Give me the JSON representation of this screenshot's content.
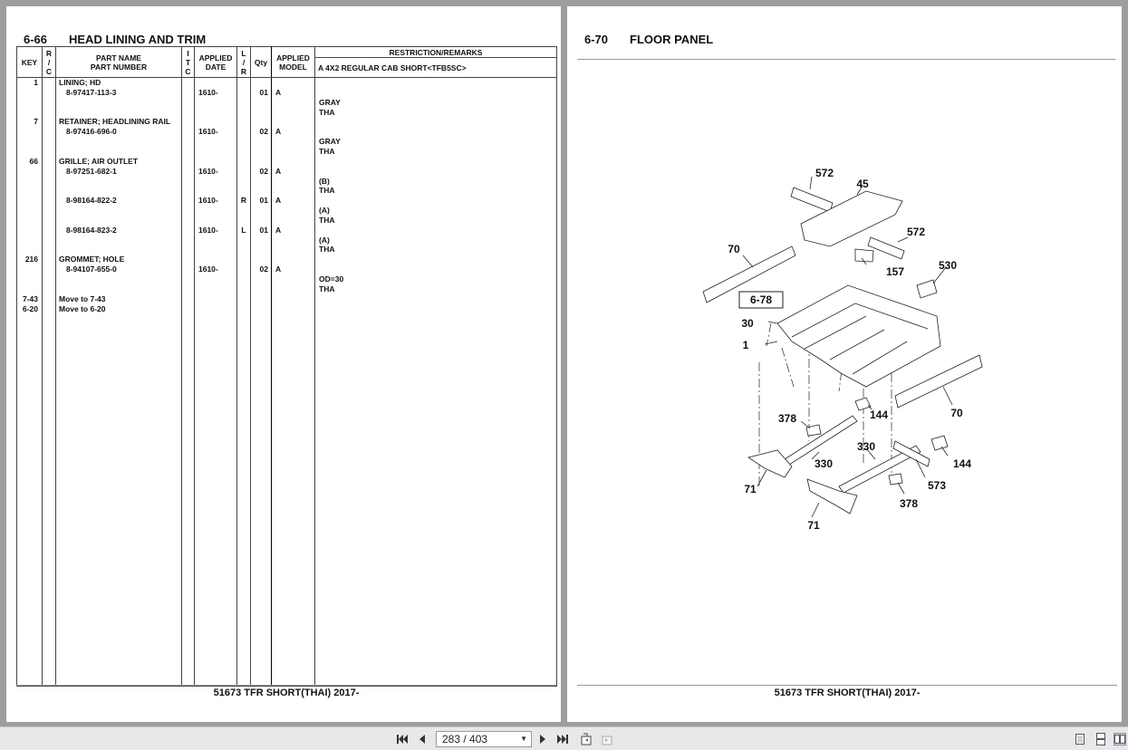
{
  "left_page": {
    "section_number": "6-66",
    "section_title": "HEAD LINING AND TRIM",
    "headers": {
      "key": "KEY",
      "rc": [
        "R",
        "/",
        "C"
      ],
      "part_name": "PART NAME",
      "part_number": "PART NUMBER",
      "itc": [
        "I",
        "T",
        "C"
      ],
      "applied_date": [
        "APPLIED",
        "DATE"
      ],
      "lr": [
        "L",
        "/",
        "R"
      ],
      "qty": "Qty",
      "applied_model": [
        "APPLIED",
        "MODEL"
      ],
      "remarks": "RESTRICTION/REMARKS",
      "model_note": "A 4X2 REGULAR CAB SHORT<TFB5SC>"
    },
    "rows": [
      {
        "key": "1",
        "name": "LINING; HD",
        "part_no": "8-97417-113-3",
        "date": "1610-",
        "lr": "",
        "qty": "01",
        "model": "A",
        "remarks": [
          "GRAY",
          "THA"
        ]
      },
      {
        "key": "7",
        "name": "RETAINER; HEADLINING RAIL",
        "part_no": "8-97416-696-0",
        "date": "1610-",
        "lr": "",
        "qty": "02",
        "model": "A",
        "remarks": [
          "GRAY",
          "THA"
        ]
      },
      {
        "key": "66",
        "name": "GRILLE; AIR OUTLET",
        "part_no": "8-97251-682-1",
        "date": "1610-",
        "lr": "",
        "qty": "02",
        "model": "A",
        "remarks": [
          "(B)",
          "THA"
        ]
      },
      {
        "key": "",
        "name": "",
        "part_no": "8-98164-822-2",
        "date": "1610-",
        "lr": "R",
        "qty": "01",
        "model": "A",
        "remarks": [
          "(A)",
          "THA"
        ]
      },
      {
        "key": "",
        "name": "",
        "part_no": "8-98164-823-2",
        "date": "1610-",
        "lr": "L",
        "qty": "01",
        "model": "A",
        "remarks": [
          "(A)",
          "THA"
        ]
      },
      {
        "key": "216",
        "name": "GROMMET; HOLE",
        "part_no": "8-94107-655-0",
        "date": "1610-",
        "lr": "",
        "qty": "02",
        "model": "A",
        "remarks": [
          "OD=30",
          "THA"
        ]
      }
    ],
    "moves": [
      {
        "key": "7-43",
        "text": "Move to 7-43"
      },
      {
        "key": "6-20",
        "text": "Move to 6-20"
      }
    ],
    "footer": "51673 TFR SHORT(THAI) 2017-"
  },
  "right_page": {
    "section_number": "6-70",
    "section_title": "FLOOR PANEL",
    "diagram_labels": {
      "ref_box": "6-78",
      "l572a": "572",
      "l45": "45",
      "l572b": "572",
      "l70a": "70",
      "l157": "157",
      "l530": "530",
      "l30": "30",
      "l1": "1",
      "l144a": "144",
      "l378a": "378",
      "l330a": "330",
      "l330b": "330",
      "l70b": "70",
      "l144b": "144",
      "l71a": "71",
      "l573": "573",
      "l378b": "378",
      "l71b": "71"
    },
    "footer": "51673 TFR SHORT(THAI) 2017-"
  },
  "toolbar": {
    "page_indicator": "283 / 403"
  }
}
